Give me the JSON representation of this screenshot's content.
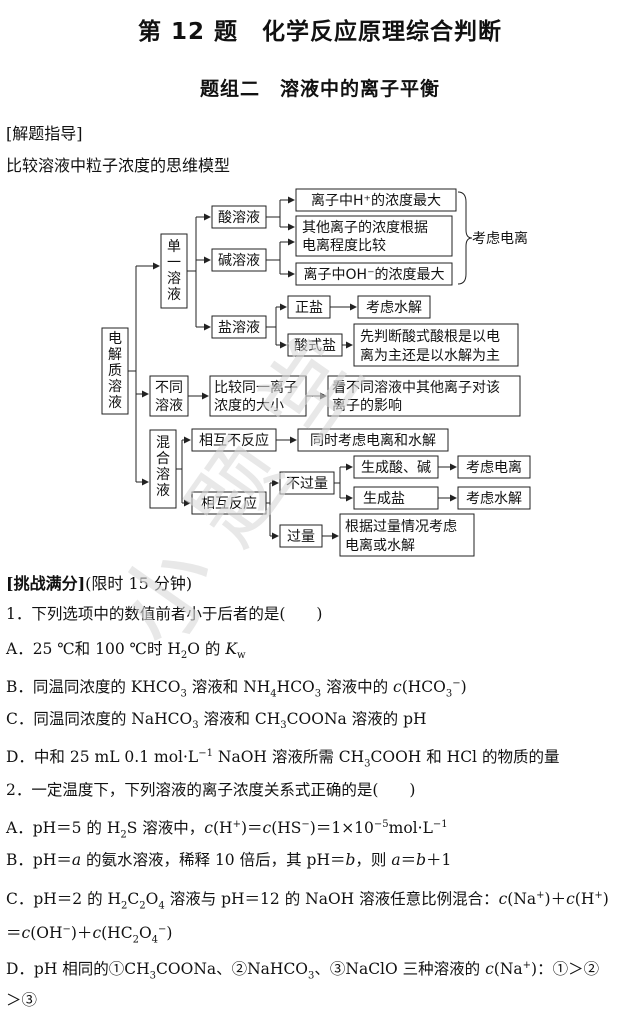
{
  "title": "第 12 题　化学反应原理综合判断",
  "subtitle": "题组二　溶液中的离子平衡",
  "guide_label": "[解题指导]",
  "model_label": "比较溶液中粒子浓度的思维模型",
  "challenge": {
    "label": "[挑战满分]",
    "time": "(限时 15 分钟)"
  },
  "diagram": {
    "root": "电解质溶液",
    "single": "单一溶液",
    "acid": "酸溶液",
    "base": "碱溶液",
    "salt": "盐溶液",
    "h_max": "离子中H⁺的浓度最大",
    "other1": "其他离子的浓度根据",
    "other2": "电离程度比较",
    "oh_max": "离子中OH⁻的浓度最大",
    "consider_ion": "考虑电离",
    "normal_salt": "正盐",
    "consider_hydro": "考虑水解",
    "acid_salt": "酸式盐",
    "acid_salt_n1": "先判断酸式酸根是以电",
    "acid_salt_n2": "离为主还是以水解为主",
    "diff": "不同溶液",
    "compare1": "比较同一离子",
    "compare2": "浓度的大小",
    "see1": "看不同溶液中其他离子对该",
    "see2": "离子的影响",
    "mixed": "混合溶液",
    "no_react": "相互不反应",
    "both": "同时考虑电离和水解",
    "react": "相互反应",
    "not_excess": "不过量",
    "gen_ab": "生成酸、碱",
    "gen_ab_res": "考虑电离",
    "gen_salt": "生成盐",
    "gen_salt_res": "考虑水解",
    "excess": "过量",
    "excess_res1": "根据过量情况考虑",
    "excess_res2": "电离或水解"
  },
  "watermark": "小  题  堂"
}
